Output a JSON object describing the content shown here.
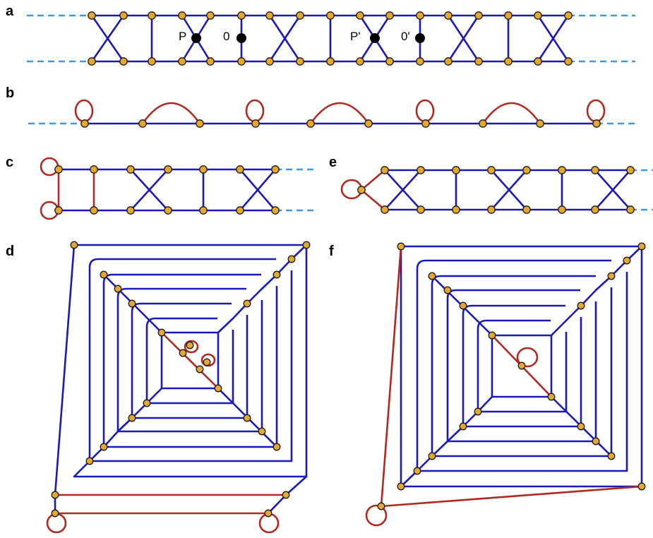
{
  "colors": {
    "edge": "#1a1ab8",
    "special_edge": "#b02a22",
    "node_fill": "#e5a82e",
    "node_stroke": "#1a1a1a",
    "dashed": "#3a9be8",
    "marker": "#000000"
  },
  "panels": {
    "a": "a",
    "b": "b",
    "c": "c",
    "d": "d",
    "e": "e",
    "f": "f"
  },
  "points": {
    "P": "P",
    "O": "0",
    "P_prime": "P'",
    "O_prime": "0'"
  }
}
